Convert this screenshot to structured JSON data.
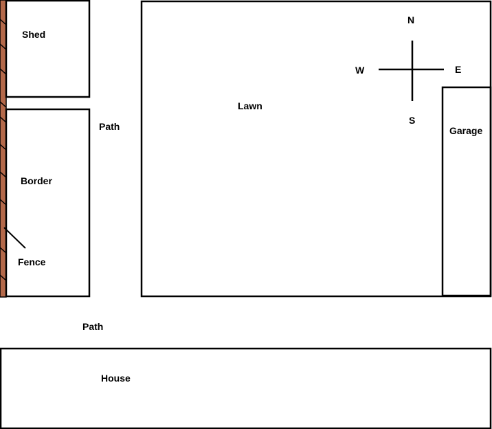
{
  "labels": {
    "shed": "Shed",
    "border": "Border",
    "fence": "Fence",
    "path_side": "Path",
    "path_front": "Path",
    "lawn": "Lawn",
    "garage": "Garage",
    "house": "House"
  },
  "compass": {
    "north": "N",
    "south": "S",
    "east": "E",
    "west": "W"
  },
  "colors": {
    "fence": "#B4694A",
    "line": "#000000",
    "background": "#FFFFFF"
  }
}
